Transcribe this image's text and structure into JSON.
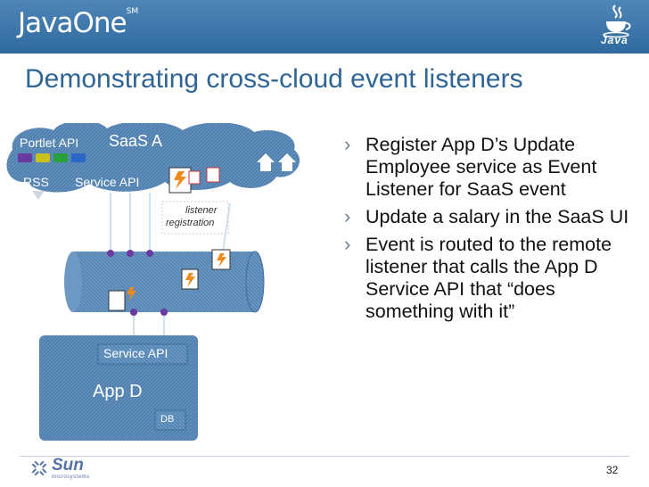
{
  "header": {
    "brand": "JavaOne",
    "trademark": "SM",
    "java_wordmark": "Java"
  },
  "slide": {
    "title": "Demonstrating cross-cloud event listeners",
    "page_number": "32"
  },
  "diagram": {
    "saas_label": "SaaS A",
    "portlet_api": "Portlet API",
    "rss": "RSS",
    "saas_service_api": "Service API",
    "listener_registration_line1": "listener",
    "listener_registration_line2": "registration",
    "appd_service_api": "Service API",
    "appd_label": "App D",
    "db_label": "DB",
    "portlet_colors": [
      "#6a3aa0",
      "#c9c21e",
      "#2aa03a",
      "#2a67c8"
    ]
  },
  "bullets": [
    "Register App D’s Update Employee service as Event Listener for SaaS event",
    "Update a salary in the SaaS UI",
    "Event is routed to the remote listener that calls the App D Service API that “does something with it”"
  ],
  "footer": {
    "company": "Sun",
    "tagline": "microsystems"
  }
}
